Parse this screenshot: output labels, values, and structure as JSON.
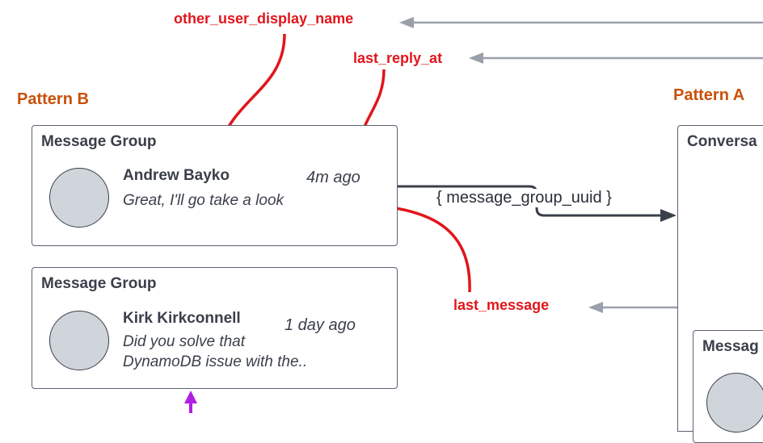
{
  "annotations": {
    "other_user_display_name": "other_user_display_name",
    "last_reply_at": "last_reply_at",
    "last_message": "last_message"
  },
  "patterns": {
    "b_label": "Pattern B",
    "a_label": "Pattern A"
  },
  "connector": {
    "label": "{ message_group_uuid }"
  },
  "message_groups": [
    {
      "title": "Message Group",
      "name": "Andrew Bayko",
      "time": "4m ago",
      "message_lines": [
        "Great, I'll go take a look"
      ]
    },
    {
      "title": "Message Group",
      "name": "Kirk Kirkconnell",
      "time": "1 day ago",
      "message_lines": [
        "Did you solve that",
        "DynamoDB issue with the.."
      ]
    }
  ],
  "pattern_a": {
    "conversation_title": "Conversa",
    "inner_title": "Messag"
  },
  "colors": {
    "annotation_red": "#e0161c",
    "pattern_orange": "#c8500a",
    "gray_arrow": "#9aa0aa",
    "dark_line": "#3a3f4a",
    "avatar_fill": "#d0d5db",
    "purple_arrow": "#b020e0"
  }
}
